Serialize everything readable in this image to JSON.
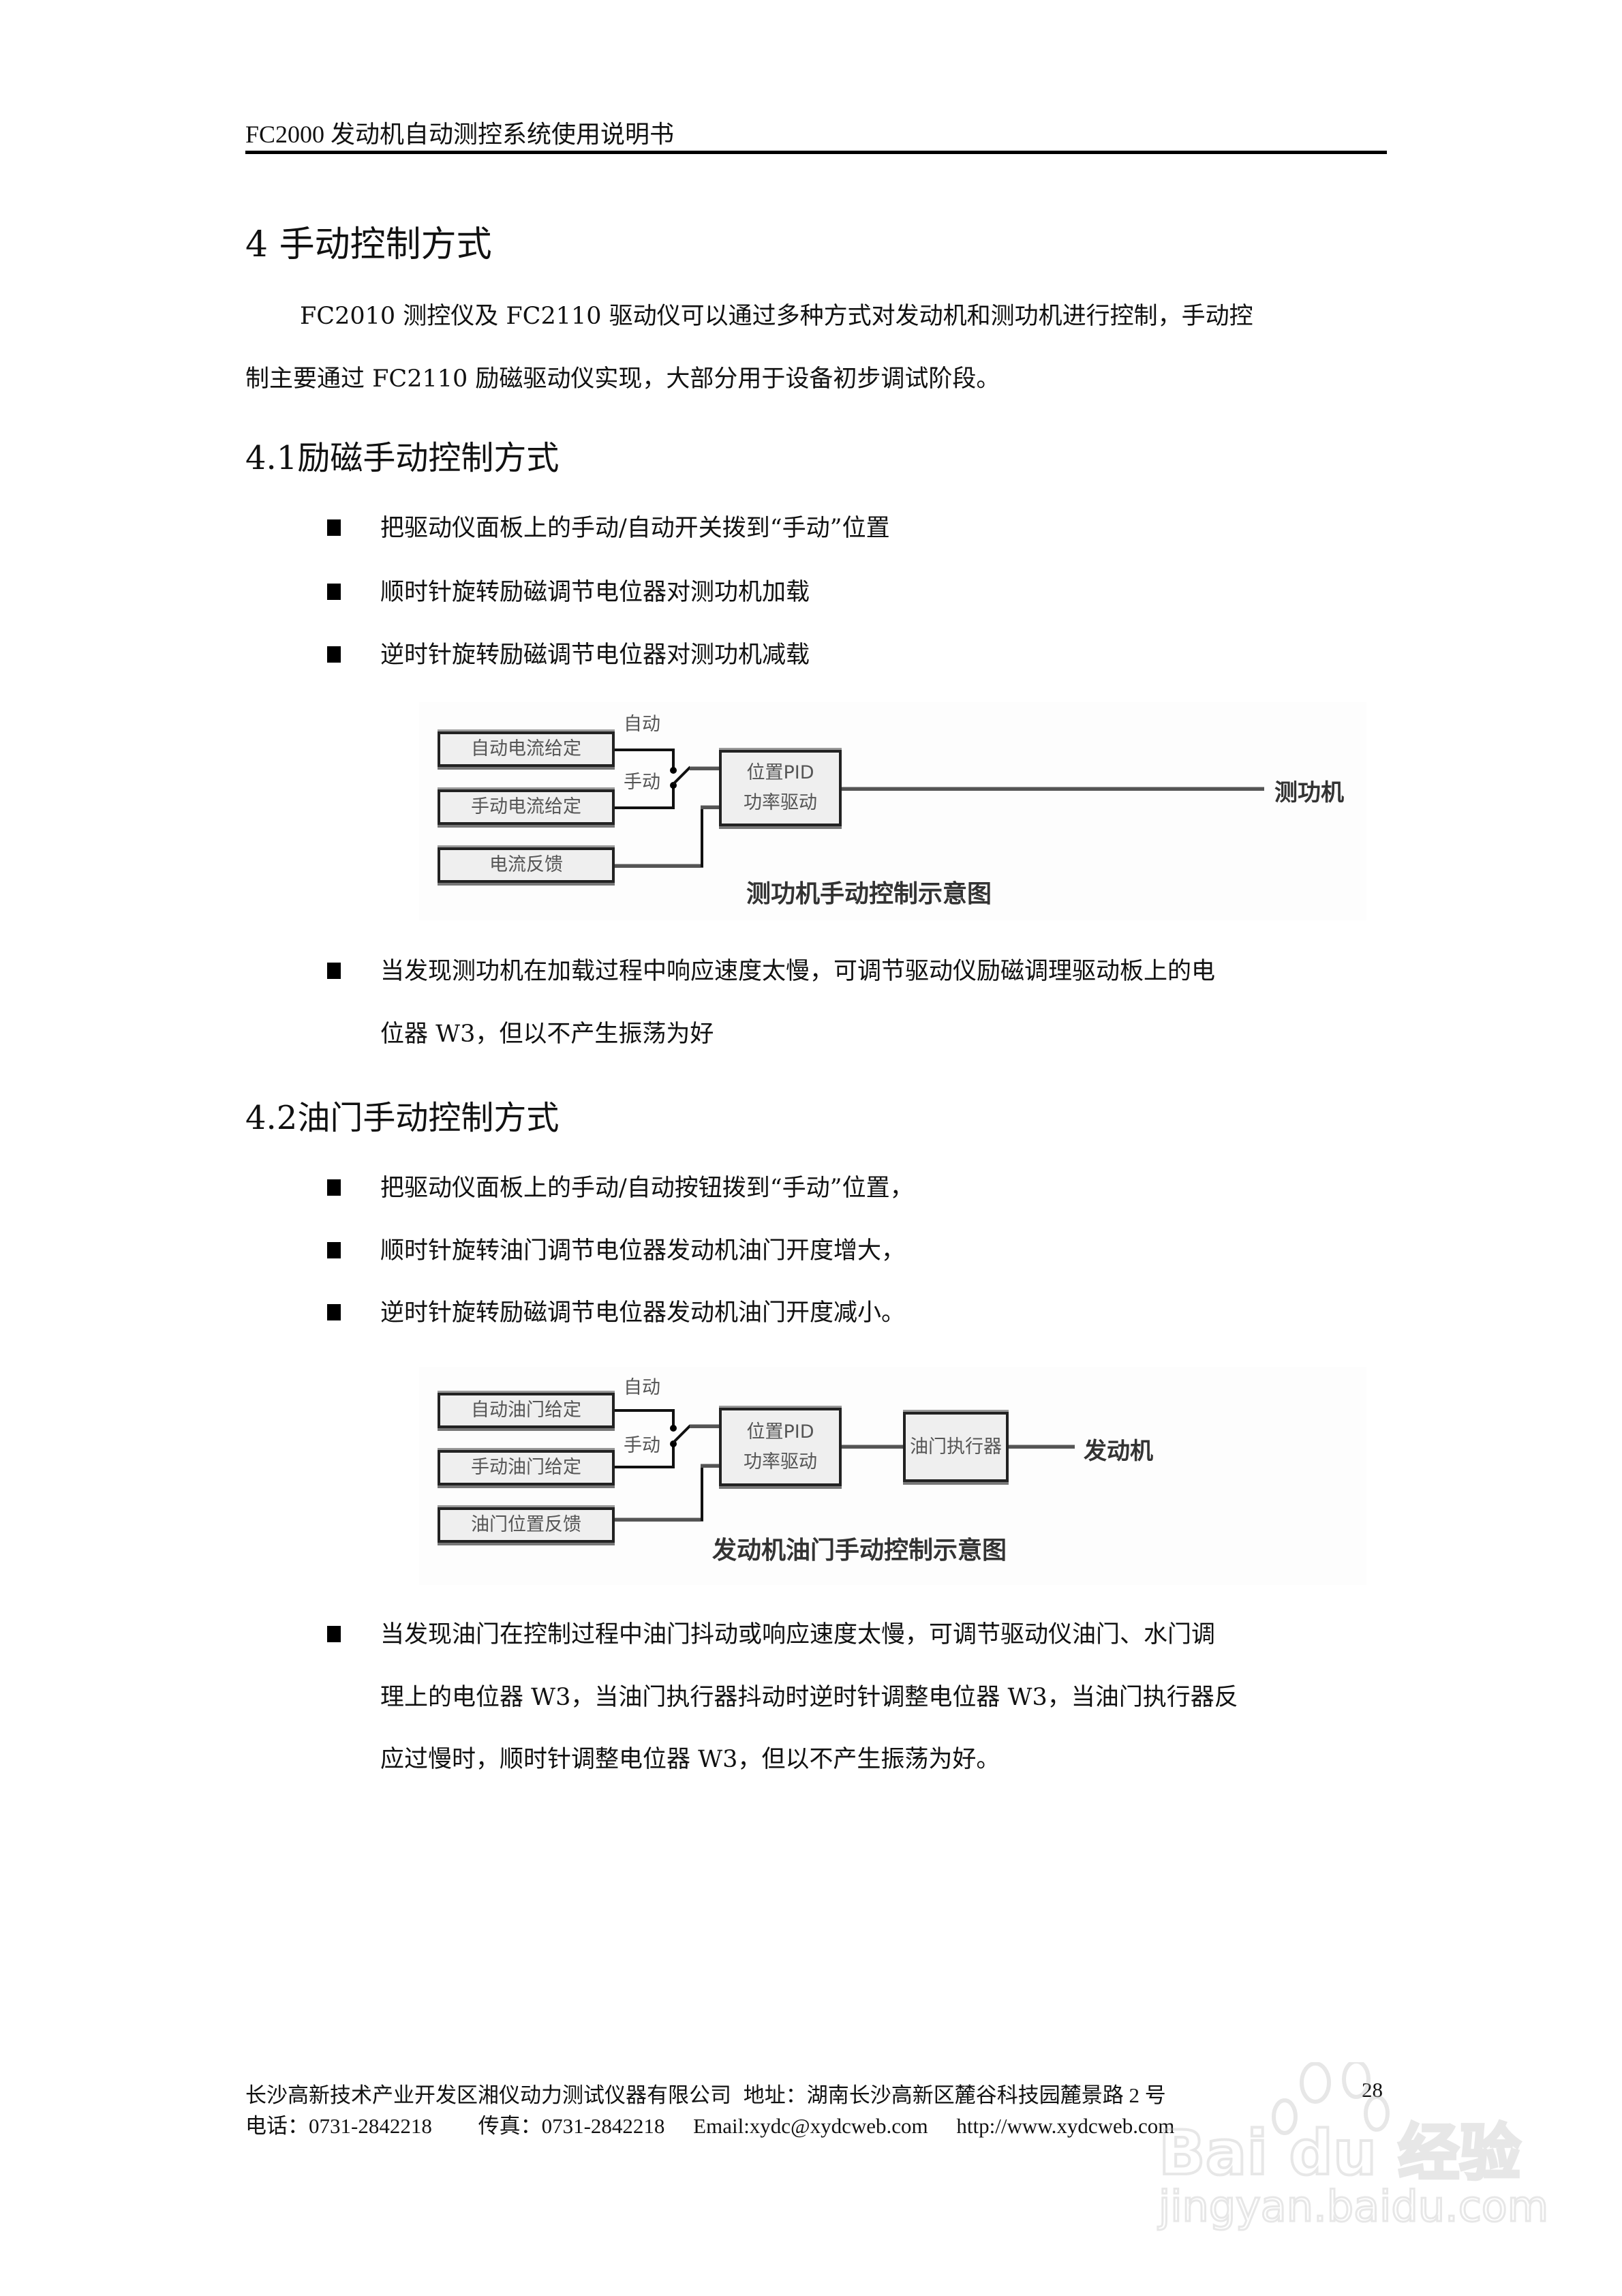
{
  "header": {
    "title": "FC2000 发动机自动测控系统使用说明书"
  },
  "section4": {
    "heading": "4 手动控制方式",
    "intro_line1": "FC2010 测控仪及 FC2110 驱动仪可以通过多种方式对发动机和测功机进行控制，手动控",
    "intro_line2": "制主要通过 FC2110 励磁驱动仪实现，大部分用于设备初步调试阶段。"
  },
  "section4_1": {
    "heading": "4.1励磁手动控制方式",
    "bullets": [
      "把驱动仪面板上的手动/自动开关拨到“手动”位置",
      "顺时针旋转励磁调节电位器对测功机加载",
      "逆时针旋转励磁调节电位器对测功机减载"
    ],
    "diagram": {
      "boxes": [
        "自动电流给定",
        "手动电流给定",
        "电流反馈"
      ],
      "switch_auto_label": "自动",
      "switch_manual_label": "手动",
      "controller_line1": "位置PID",
      "controller_line2": "功率驱动",
      "output": "测功机",
      "caption": "测功机手动控制示意图"
    },
    "note_line1": "当发现测功机在加载过程中响应速度太慢，可调节驱动仪励磁调理驱动板上的电",
    "note_line2": "位器 W3，但以不产生振荡为好"
  },
  "section4_2": {
    "heading": "4.2油门手动控制方式",
    "bullets": [
      "把驱动仪面板上的手动/自动按钮拨到“手动”位置，",
      "顺时针旋转油门调节电位器发动机油门开度增大，",
      "逆时针旋转励磁调节电位器发动机油门开度减小。"
    ],
    "diagram": {
      "boxes": [
        "自动油门给定",
        "手动油门给定",
        "油门位置反馈"
      ],
      "switch_auto_label": "自动",
      "switch_manual_label": "手动",
      "controller_line1": "位置PID",
      "controller_line2": "功率驱动",
      "actuator": "油门执行器",
      "output": "发动机",
      "caption": "发动机油门手动控制示意图"
    },
    "note_line1": "当发现油门在控制过程中油门抖动或响应速度太慢，可调节驱动仪油门、水门调",
    "note_line2": "理上的电位器 W3，当油门执行器抖动时逆时针调整电位器 W3，当油门执行器反",
    "note_line3": "应过慢时，顺时针调整电位器 W3，但以不产生振荡为好。"
  },
  "footer": {
    "company": "长沙高新技术产业开发区湘仪动力测试仪器有限公司",
    "address": "地址：湖南长沙高新区麓谷科技园麓景路 2 号",
    "page_number": "28",
    "phone": "电话：0731-2842218",
    "fax": "传真：0731-2842218",
    "email": "Email:xydc@xydcweb.com",
    "website": "http://www.xydcweb.com"
  },
  "watermark": {
    "brand": "Bai du 经验",
    "url": "jingyan.baidu.com"
  }
}
